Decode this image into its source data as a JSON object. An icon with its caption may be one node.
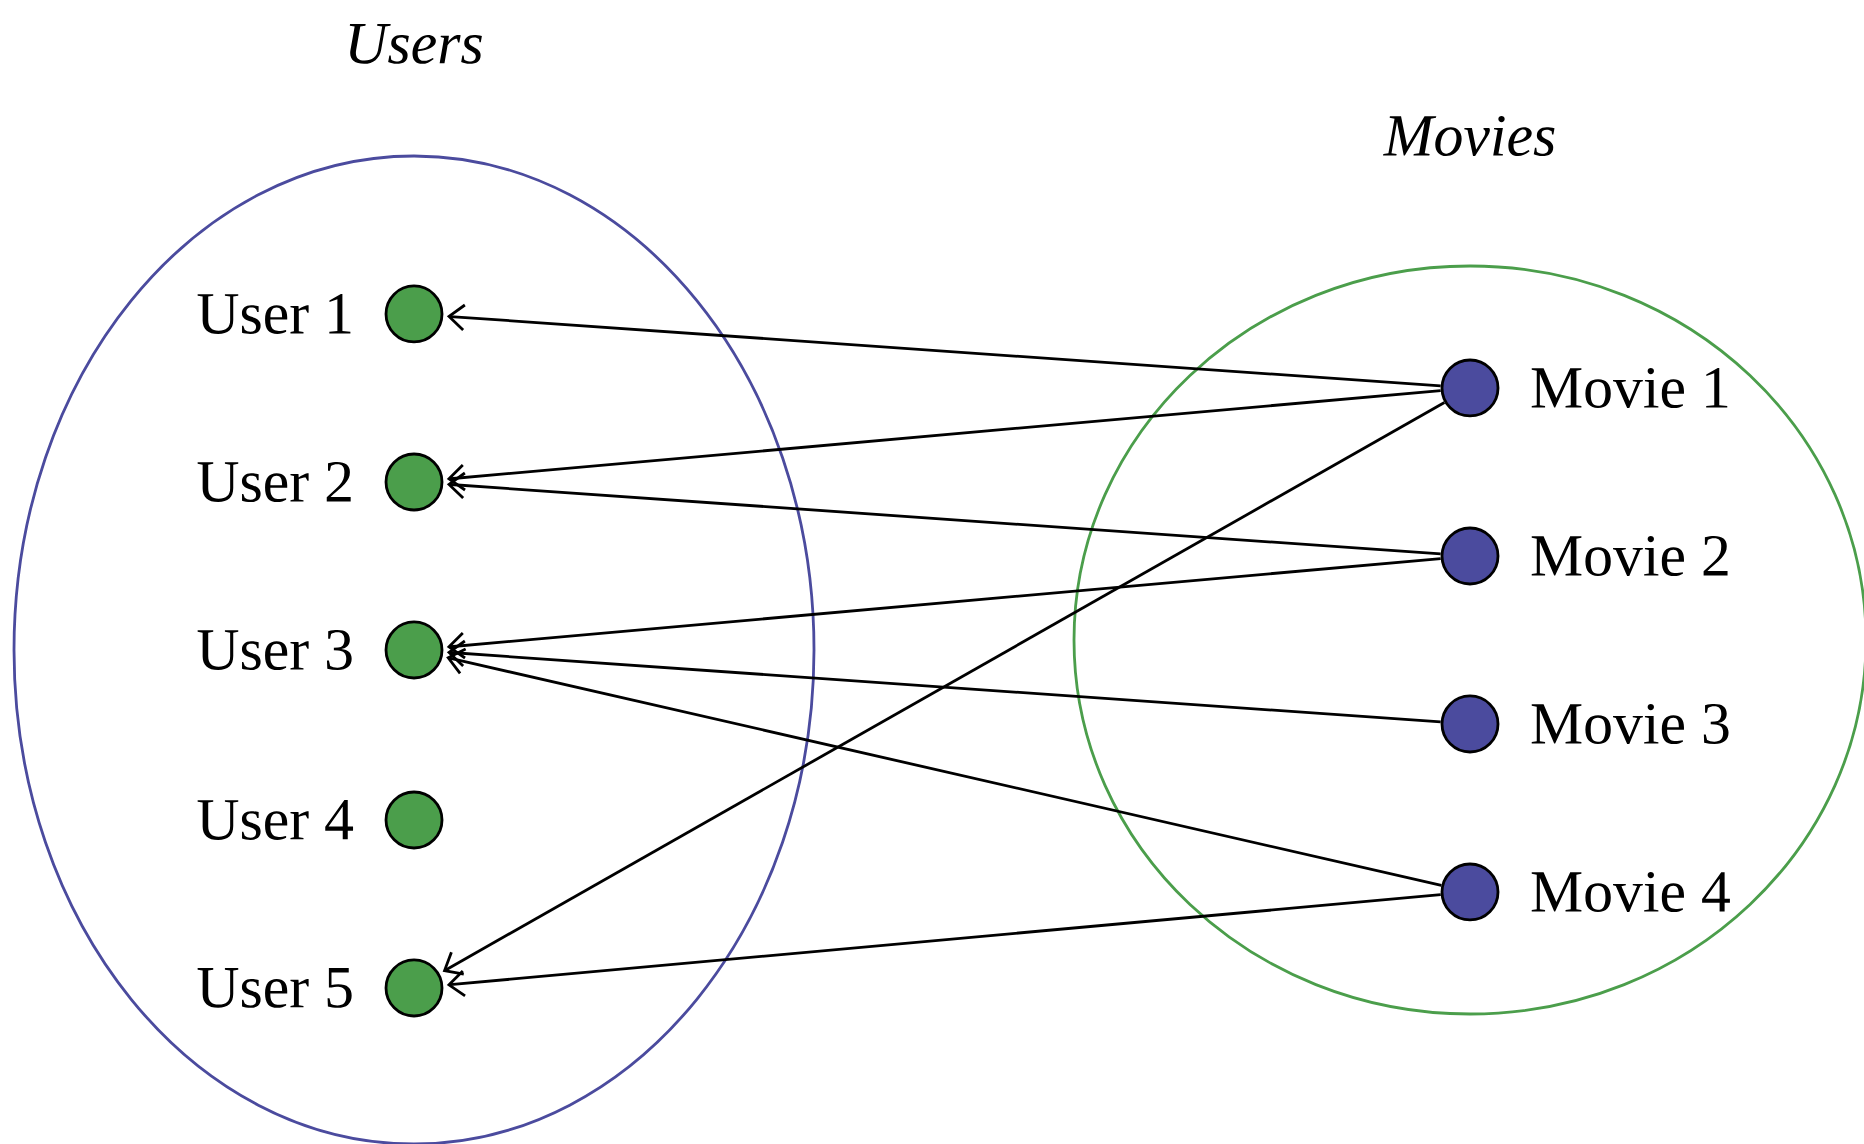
{
  "diagram": {
    "nodes": [
      {
        "text": [
          "Users"
        ]
      },
      {
        "text": [
          "User 1"
        ],
        "in": 0
      },
      {
        "text": [
          "User 2"
        ],
        "in": 0
      },
      {
        "text": [
          "User 3"
        ],
        "in": 0
      },
      {
        "text": [
          "User 4"
        ],
        "in": 0
      },
      {
        "text": [
          "User 5"
        ],
        "in": 0
      },
      {
        "text": [
          "Movies"
        ]
      },
      {
        "text": [
          "Movie 1"
        ],
        "in": 6
      },
      {
        "text": [
          "Movie 2"
        ],
        "in": 6
      },
      {
        "text": [
          "Movie 3"
        ],
        "in": 6
      },
      {
        "text": [
          "Movie 4"
        ],
        "in": 6
      }
    ],
    "edges": [
      {
        "from": 7,
        "to": 1,
        "arrow": "to"
      },
      {
        "from": 7,
        "to": 2,
        "arrow": "to"
      },
      {
        "from": 7,
        "to": 5,
        "arrow": "to"
      },
      {
        "from": 8,
        "to": 2,
        "arrow": "to"
      },
      {
        "from": 8,
        "to": 3,
        "arrow": "to"
      },
      {
        "from": 9,
        "to": 3,
        "arrow": "to"
      },
      {
        "from": 10,
        "to": 3,
        "arrow": "to"
      },
      {
        "from": 10,
        "to": 5,
        "arrow": "to"
      }
    ]
  }
}
